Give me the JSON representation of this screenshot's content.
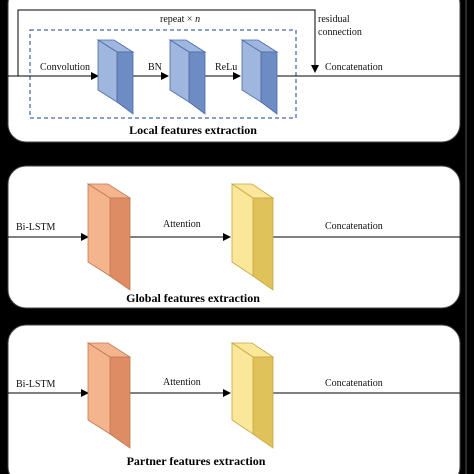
{
  "local": {
    "title": "Local features extraction",
    "repeat": "repeat × ",
    "repeat_n": "n",
    "residual_line1": "residual",
    "residual_line2": "connection",
    "convolution": "Convolution",
    "bn": "BN",
    "relu": "ReLu",
    "concatenation": "Concatenation"
  },
  "global": {
    "title": "Global features extraction",
    "input": "Bi-LSTM",
    "attention": "Attention",
    "concatenation": "Concatenation"
  },
  "partner": {
    "title": "Partner features extraction",
    "input": "Bi-LSTM",
    "attention": "Attention",
    "concatenation": "Concatenation"
  },
  "colors": {
    "blue_front": "#9fb6de",
    "blue_side": "#6d8cc4",
    "orange_front": "#f4b48e",
    "orange_side": "#dd8c64",
    "yellow_front": "#fbe79a",
    "yellow_side": "#e0c25a"
  }
}
